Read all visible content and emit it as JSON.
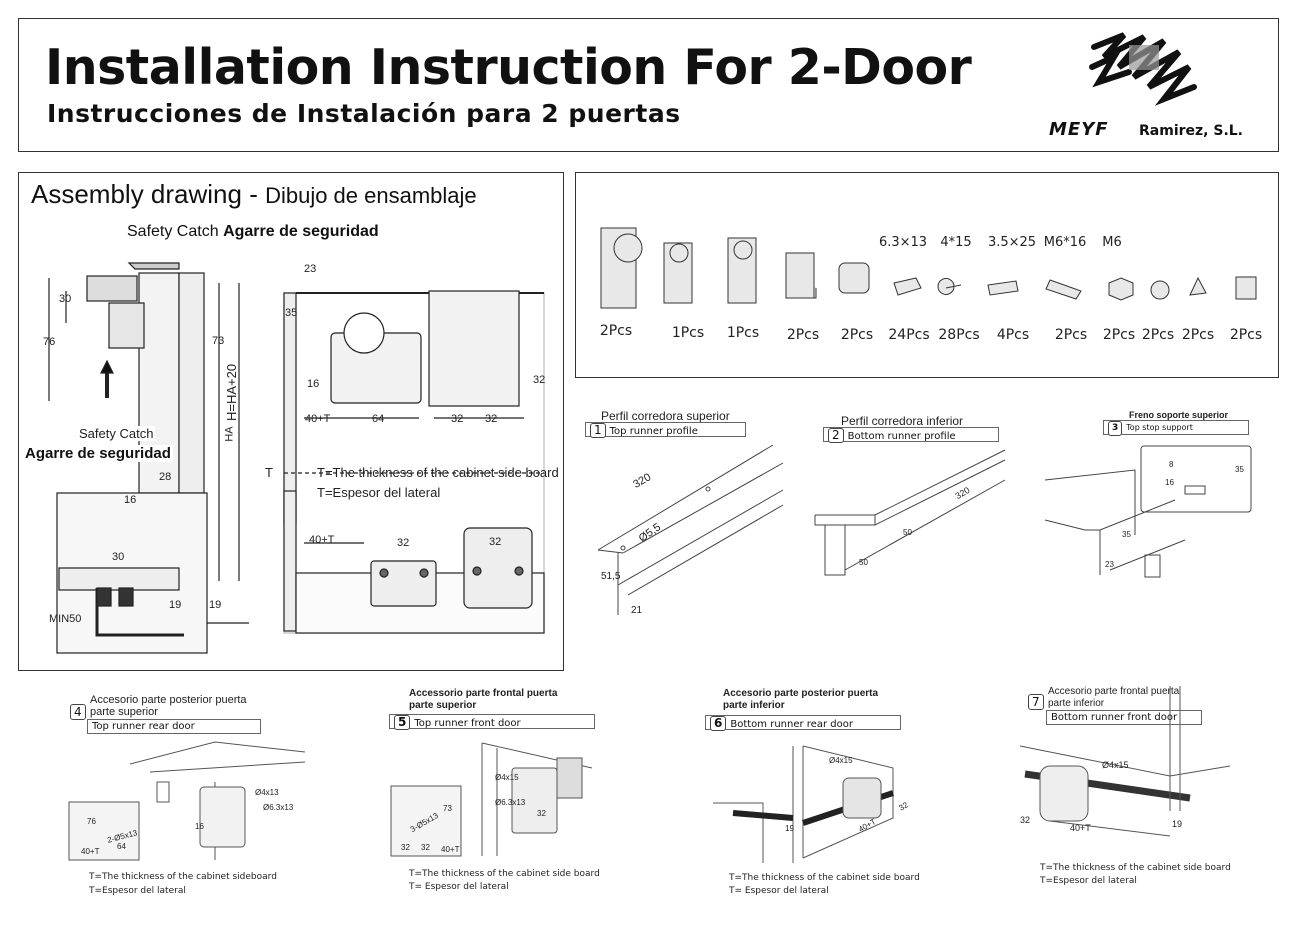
{
  "header": {
    "title": "Installation Instruction For 2-Door",
    "subtitle": "Instrucciones de Instalación para 2 puertas",
    "brand": "MEYF",
    "brand_sub": "Ramirez, S.L."
  },
  "assembly": {
    "title_main": "Assembly drawing - ",
    "title_es": "Dibujo de ensamblaje",
    "safety_catch": "Safety Catch",
    "safety_catch_es": "Agarre de seguridad",
    "safety_catch_2": "Safety Catch",
    "safety_catch_es_2": "Agarre de seguridad",
    "thickness_en": "T=The thickness of the cabinet side board",
    "thickness_es": "T=Espesor del lateral",
    "dims": {
      "d30": "30",
      "d76": "76",
      "d73": "73",
      "ha": "HA",
      "ha20": "H=HA+20",
      "d28": "28",
      "d16a": "16",
      "d30b": "30",
      "d19a": "19",
      "d19b": "19",
      "min50": "MIN50",
      "d23": "23",
      "d35": "35",
      "d16b": "16",
      "d40t": "40+T",
      "d64": "64",
      "d32a": "32",
      "d32b": "32",
      "d32c": "32",
      "t": "T",
      "d40t2": "40+T",
      "d32d": "32",
      "d32e": "32"
    }
  },
  "parts": [
    {
      "size": "",
      "qty": "2Pcs"
    },
    {
      "size": "",
      "qty": "1Pcs"
    },
    {
      "size": "",
      "qty": "1Pcs"
    },
    {
      "size": "",
      "qty": "2Pcs"
    },
    {
      "size": "",
      "qty": "2Pcs"
    },
    {
      "size": "6.3×13",
      "qty": "24Pcs"
    },
    {
      "size": "4*15",
      "qty": "28Pcs"
    },
    {
      "size": "3.5×25",
      "qty": "4Pcs"
    },
    {
      "size": "M6*16",
      "qty": "2Pcs"
    },
    {
      "size": "M6",
      "qty": "2Pcs"
    },
    {
      "size": "",
      "qty": "2Pcs"
    },
    {
      "size": "",
      "qty": "2Pcs"
    },
    {
      "size": "",
      "qty": "2Pcs"
    }
  ],
  "steps": [
    {
      "num": "1",
      "es": "Perfil corredora superior",
      "en": "Top runner profile",
      "dims": [
        "320",
        "Ø5,5",
        "51,5",
        "21"
      ]
    },
    {
      "num": "2",
      "es": "Perfil corredora inferior",
      "en": "Bottom runner profile",
      "dims": [
        "320",
        "50",
        "50"
      ]
    },
    {
      "num": "3",
      "es": "Freno soporte superior",
      "en": "Top stop support",
      "dims": [
        "8",
        "16",
        "35",
        "35",
        "23"
      ]
    },
    {
      "num": "4",
      "es": "Accesorio parte posterior puerta parte superior",
      "en": "Top runner rear door",
      "dims": [
        "Ø4x13",
        "Ø6.3x13",
        "76",
        "2-Ø5x13",
        "40+T",
        "64",
        "16"
      ],
      "note_en": "T=The thickness of the cabinet sideboard",
      "note_es": "T=Espesor del lateral"
    },
    {
      "num": "5",
      "es": "Accessorio parte frontal puerta parte superior",
      "en": "Top runner front  door",
      "dims": [
        "Ø4x15",
        "Ø6.3x13",
        "73",
        "3-Ø5x13",
        "32",
        "32",
        "40+T",
        "32"
      ],
      "note_en": "T=The thickness of the cabinet side board",
      "note_es": "T= Espesor del lateral"
    },
    {
      "num": "6",
      "es": "Accesorio parte posterior puerta parte inferior",
      "en": "Bottom  runner  rear door",
      "dims": [
        "Ø4x15",
        "32",
        "40+T",
        "19"
      ],
      "note_en": "T=The thickness of the cabinet side board",
      "note_es": "T= Espesor del lateral"
    },
    {
      "num": "7",
      "es": "Accesorio parte frontal puerta parte inferior",
      "en": "Bottom runner front door",
      "dims": [
        "Ø4x15",
        "32",
        "40+T",
        "19"
      ],
      "note_en": "T=The thickness of the cabinet side board",
      "note_es": "T=Espesor del lateral"
    }
  ]
}
